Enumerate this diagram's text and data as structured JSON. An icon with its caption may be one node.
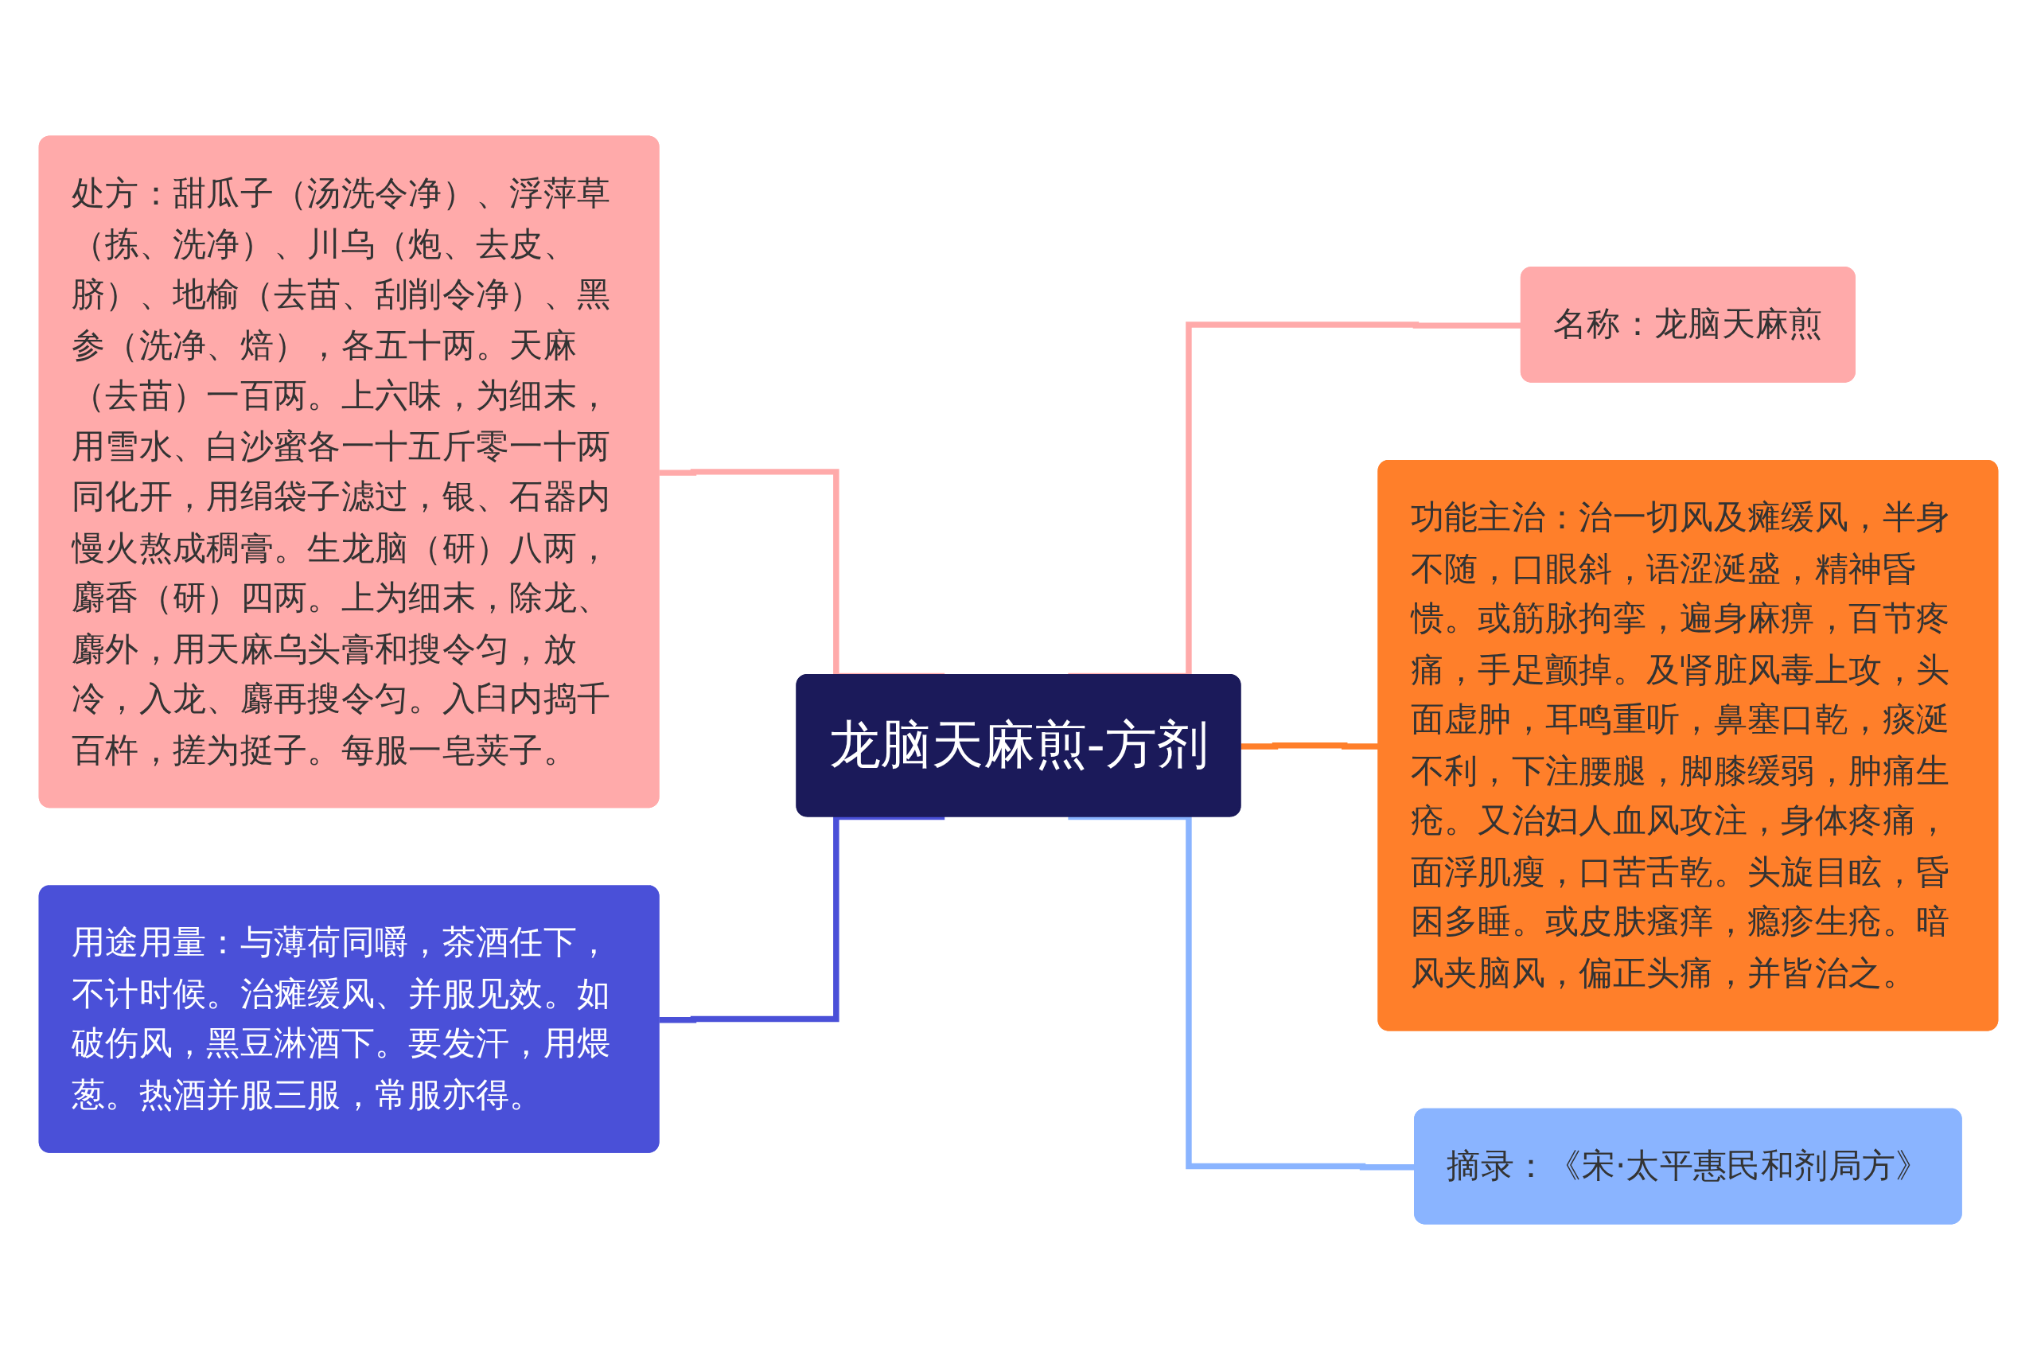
{
  "diagram": {
    "nodes": [
      {
        "text": [
          "龙脑天麻煎-方剂"
        ]
      },
      {
        "text": [
          "名称：龙脑天麻煎"
        ]
      },
      {
        "text": [
          "功能主治：治一切风及瘫缓风，半身不随，口眼斜，语涩涎盛，精神昏愦。或筋脉拘挛，遍身麻痹，百节疼痛，手足颤掉。及肾脏风毒上攻，头面虚肿，耳鸣重听，鼻塞口乾，痰涎不利，下注腰腿，脚膝缓弱，肿痛生疮。又治妇人血风攻注，身体疼痛，面浮肌瘦，口苦舌乾。头旋目眩，昏困多睡。或皮肤瘙痒，瘾疹生疮。暗风夹脑风，偏正头痛，并皆治之。"
        ]
      },
      {
        "text": [
          "摘录：《宋·太平惠民和剂局方》"
        ]
      },
      {
        "text": [
          "处方：甜瓜子（汤洗令净）、浮萍草（拣、洗净）、川乌（炮、去皮、脐）、地榆（去苗、刮削令净）、黑参（洗净、焙），各五十两。天麻（去苗）一百两。上六味，为细末，用雪水、白沙蜜各一十五斤零一十两同化开，用绢袋子滤过，银、石器内慢火熬成稠膏。生龙脑（研）八两，麝香（研）四两。上为细末，除龙、麝外，用天麻乌头膏和搜令匀，放冷，入龙、麝再搜令匀。入臼内捣千百杵，搓为挺子。每服一皂荚子。"
        ]
      },
      {
        "text": [
          "用途用量：与薄荷同嚼，茶酒任下，不计时候。治瘫缓风、并服见效。如破伤风，黑豆淋酒下。要发汗，用煨葱。热酒并服三服，常服亦得。"
        ]
      }
    ],
    "edges": [
      {
        "from": 0,
        "to": 1,
        "arrow": "none",
        "color": "#ffaaaa"
      },
      {
        "from": 0,
        "to": 2,
        "arrow": "none",
        "color": "#ff7f2a"
      },
      {
        "from": 0,
        "to": 3,
        "arrow": "none",
        "color": "#8ab4ff"
      },
      {
        "from": 0,
        "to": 4,
        "arrow": "none",
        "color": "#ffaaaa"
      },
      {
        "from": 0,
        "to": 5,
        "arrow": "none",
        "color": "#4a50d8"
      }
    ]
  }
}
